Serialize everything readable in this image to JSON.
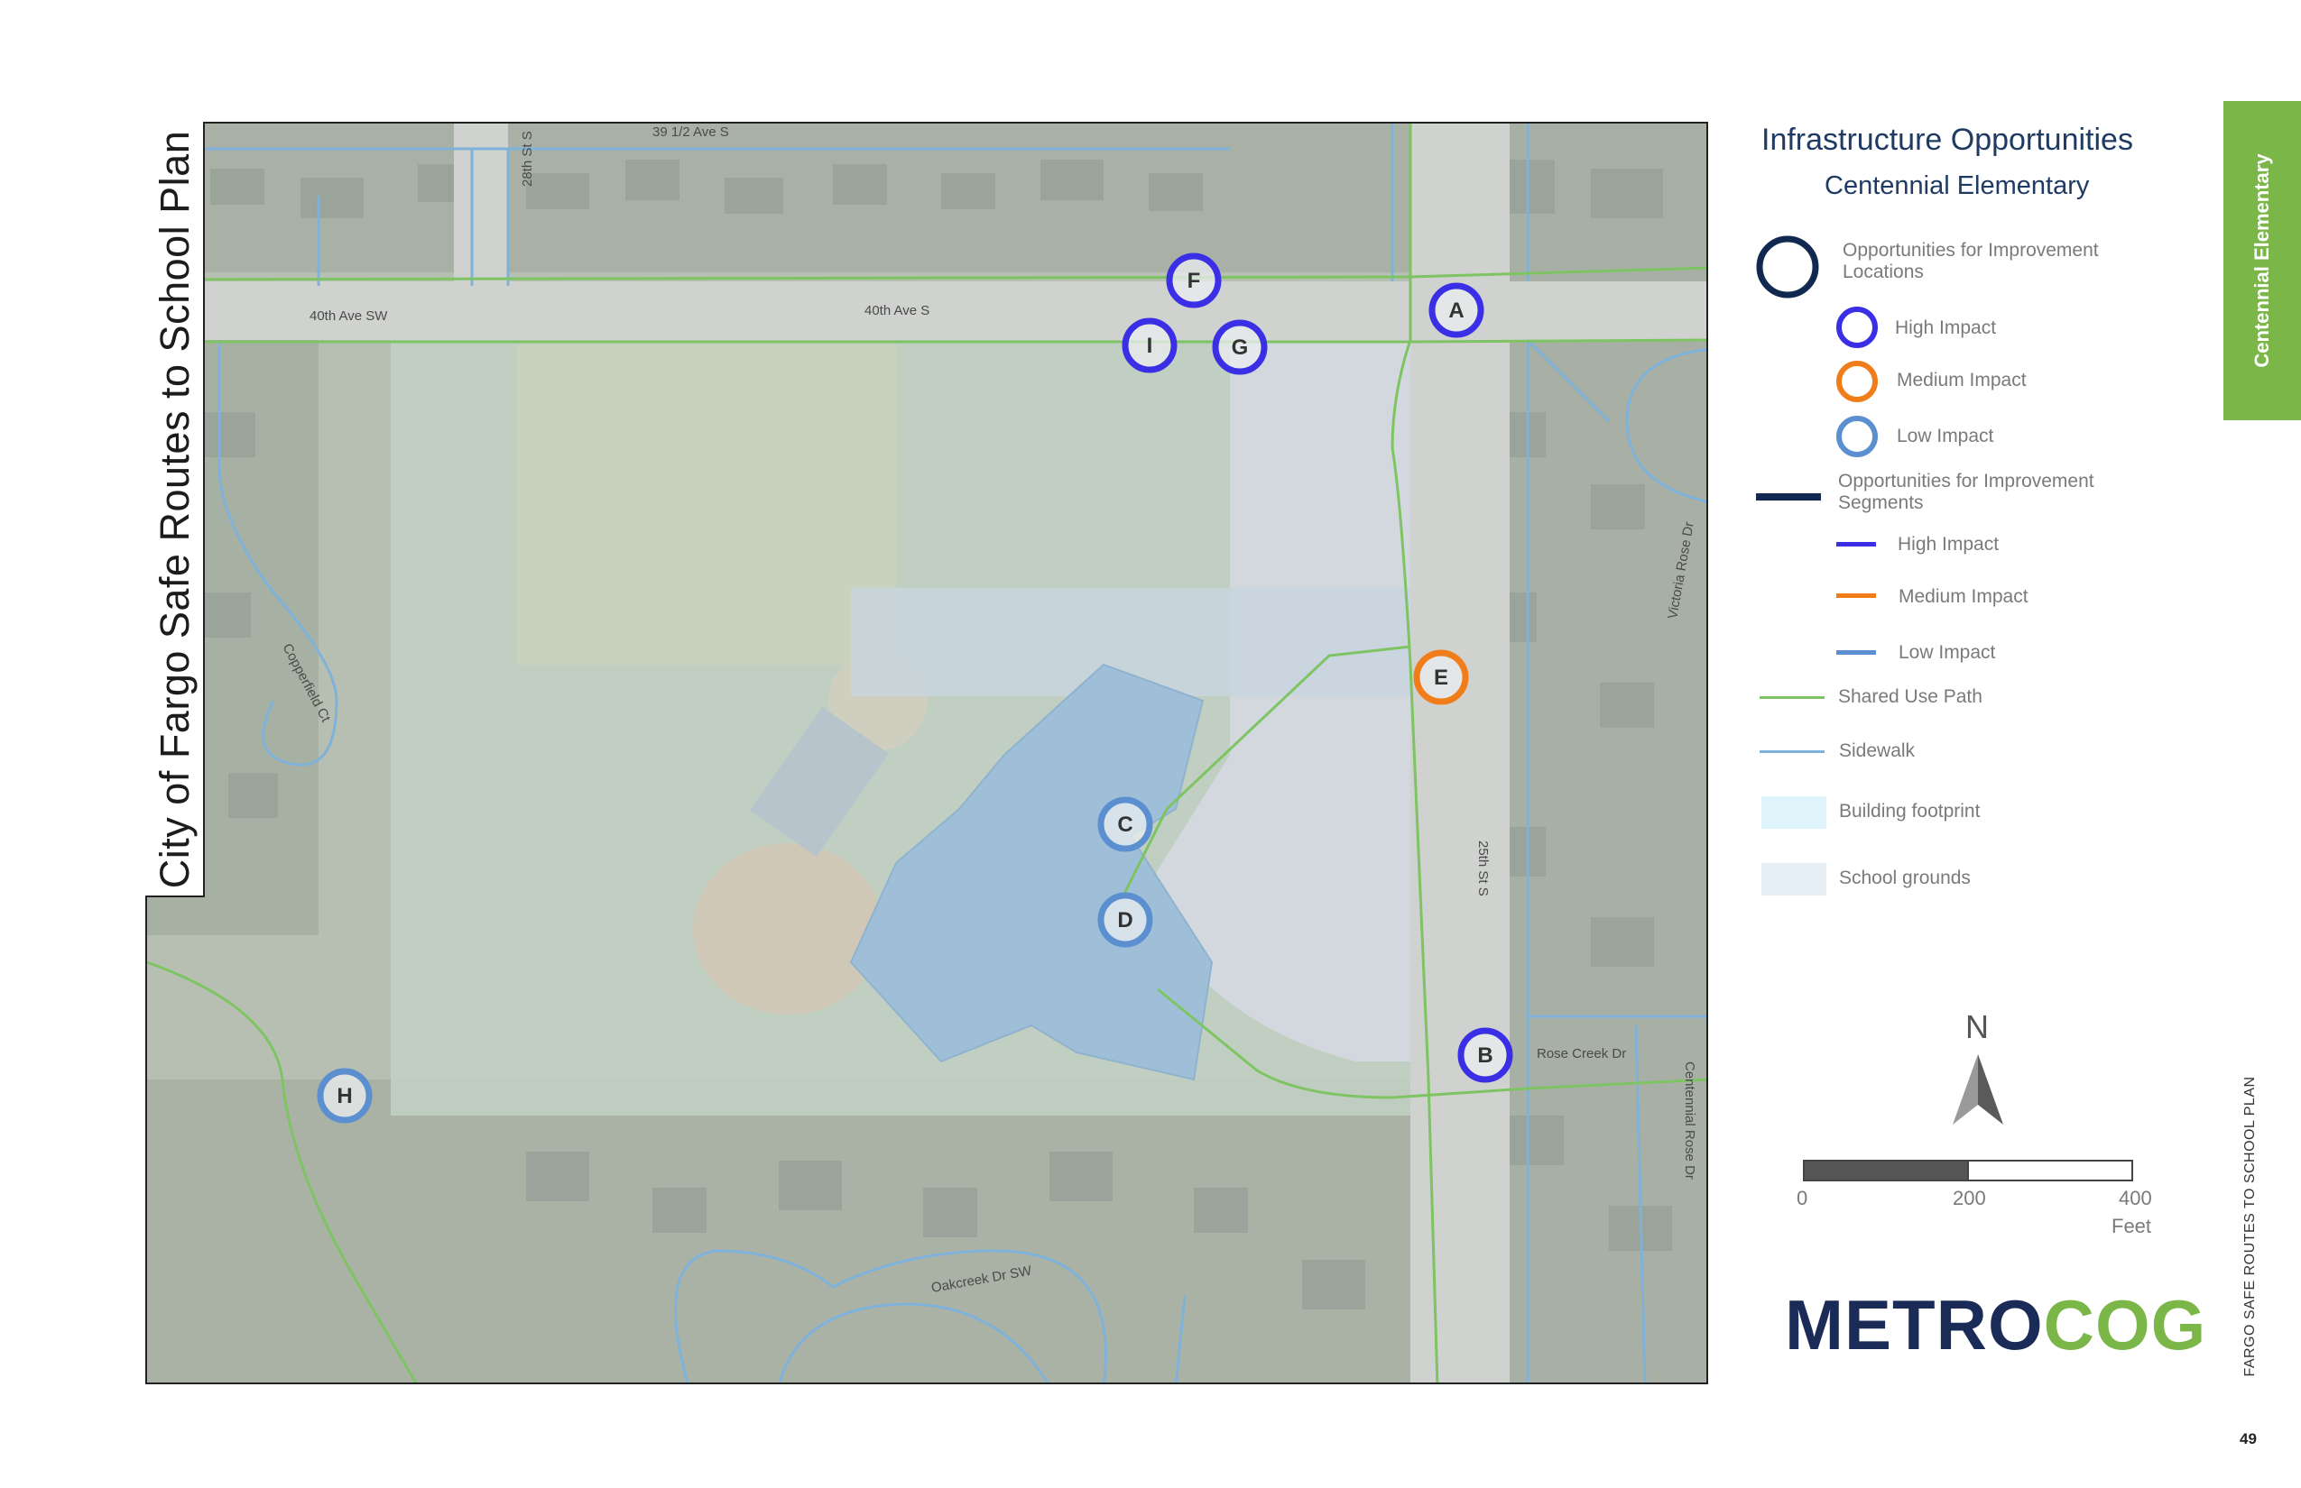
{
  "map": {
    "vertical_title": "City of Fargo Safe Routes to School Plan",
    "streets": {
      "s1": "39 1/2 Ave S",
      "s2": "28th St S",
      "s3": "40th Ave SW",
      "s4": "40th Ave S",
      "s5": "Copperfield Ct",
      "s6": "Victoria Rose Dr",
      "s7": "25th St S",
      "s8": "Rose Creek Dr",
      "s9": "Centennial Rose Dr",
      "s10": "Oakcreek Dr SW"
    },
    "markers": [
      {
        "label": "A",
        "impact": "high"
      },
      {
        "label": "B",
        "impact": "high"
      },
      {
        "label": "C",
        "impact": "low"
      },
      {
        "label": "D",
        "impact": "low"
      },
      {
        "label": "E",
        "impact": "medium"
      },
      {
        "label": "F",
        "impact": "high"
      },
      {
        "label": "G",
        "impact": "high"
      },
      {
        "label": "H",
        "impact": "low"
      },
      {
        "label": "I",
        "impact": "high"
      }
    ]
  },
  "legend": {
    "title": "Infrastructure Opportunities",
    "subtitle": "Centennial Elementary",
    "locations_heading": "Opportunities for Improvement Locations",
    "loc_high": "High Impact",
    "loc_medium": "Medium Impact",
    "loc_low": "Low Impact",
    "segments_heading": "Opportunities for Improvement Segments",
    "seg_high": "High Impact",
    "seg_medium": "Medium Impact",
    "seg_low": "Low Impact",
    "shared_use_path": "Shared Use Path",
    "sidewalk": "Sidewalk",
    "building_footprint": "Building footprint",
    "school_grounds": "School grounds"
  },
  "north_label": "N",
  "scale": {
    "t0": "0",
    "t1": "200",
    "t2": "400",
    "unit": "Feet"
  },
  "logo": {
    "part1": "METRO",
    "part2": "COG"
  },
  "side_tab": "Centennial Elementary",
  "footer_vertical": "FARGO SAFE ROUTES TO SCHOOL PLAN",
  "page_number": "49",
  "colors": {
    "high": "#3b2fe6",
    "medium": "#f07d1a",
    "low": "#5b8fcf",
    "navy": "#12294f",
    "shared_use": "#7ec463",
    "sidewalk": "#7fb2da",
    "green_tab": "#7ab648",
    "building": "#dff3fb",
    "grounds": "#e6eef6"
  }
}
